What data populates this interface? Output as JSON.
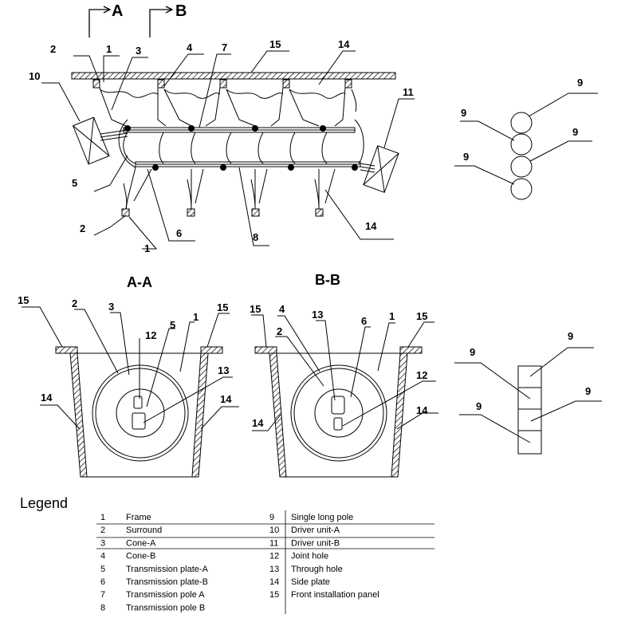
{
  "arrows": {
    "a": "A",
    "b": "B"
  },
  "main_view": {
    "labels": {
      "l1": "1",
      "l2": "2",
      "l3": "3",
      "l4": "4",
      "l7": "7",
      "l15": "15",
      "l14": "14",
      "l10": "10",
      "l11": "11",
      "l5": "5",
      "l2b": "2",
      "l1b": "1",
      "l6": "6",
      "l8": "8",
      "l14b": "14"
    }
  },
  "side_poles": {
    "labels": [
      "9",
      "9",
      "9",
      "9"
    ]
  },
  "square_poles": {
    "labels": [
      "9",
      "9",
      "9"
    ]
  },
  "section_aa": {
    "title": "A-A",
    "labels": {
      "l15a": "15",
      "l2": "2",
      "l3": "3",
      "l15b": "15",
      "l12": "12",
      "l5": "5",
      "l1": "1",
      "l13": "13",
      "l14a": "14",
      "l14b": "14"
    }
  },
  "section_bb": {
    "title": "B-B",
    "labels": {
      "l15a": "15",
      "l4": "4",
      "l13": "13",
      "l6": "6",
      "l1": "1",
      "l15b": "15",
      "l2": "2",
      "l12": "12",
      "l14a": "14",
      "l14b": "14"
    }
  },
  "legend": {
    "title": "Legend",
    "left": [
      {
        "num": "1",
        "name": "Frame"
      },
      {
        "num": "2",
        "name": "Surround"
      },
      {
        "num": "3",
        "name": "Cone-A"
      },
      {
        "num": "4",
        "name": "Cone-B"
      },
      {
        "num": "5",
        "name": "Transmission plate-A"
      },
      {
        "num": "6",
        "name": "Transmission plate-B"
      },
      {
        "num": "7",
        "name": "Transmission pole A"
      },
      {
        "num": "8",
        "name": "Transmission pole B"
      }
    ],
    "right": [
      {
        "num": "9",
        "name": "Single long pole"
      },
      {
        "num": "10",
        "name": "Driver unit-A"
      },
      {
        "num": "11",
        "name": "Driver unit-B"
      },
      {
        "num": "12",
        "name": "Joint hole"
      },
      {
        "num": "13",
        "name": "Through hole"
      },
      {
        "num": "14",
        "name": "Side plate"
      },
      {
        "num": "15",
        "name": "Front installation panel"
      }
    ]
  }
}
